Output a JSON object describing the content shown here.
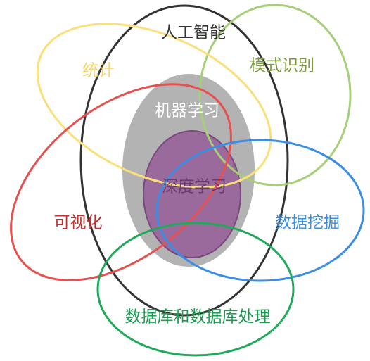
{
  "diagram": {
    "sets": [
      {
        "key": "ai",
        "label": "人工智能",
        "stroke": "#333333",
        "label_color": "#333333"
      },
      {
        "key": "pattern",
        "label": "模式识别",
        "stroke": "#a6cf79",
        "label_color": "#7e9b3e"
      },
      {
        "key": "stats",
        "label": "统计",
        "stroke": "#fbe07a",
        "label_color": "#f5d36b"
      },
      {
        "key": "ml",
        "label": "机器学习",
        "fill": "#b3b3b3",
        "label_color": "#ffffff"
      },
      {
        "key": "dl",
        "label": "深度学习",
        "fill": "#9b6a9c",
        "stroke": "#7a4a7d",
        "label_color": "#6e3b6f"
      },
      {
        "key": "viz",
        "label": "可视化",
        "stroke": "#e84f4f",
        "label_color": "#c62c2c"
      },
      {
        "key": "dm",
        "label": "数据挖掘",
        "stroke": "#3a8ee6",
        "label_color": "#3a8ee6"
      },
      {
        "key": "db",
        "label": "数据库和数据库处理",
        "stroke": "#1faa5a",
        "label_color": "#1a9e50"
      }
    ]
  }
}
